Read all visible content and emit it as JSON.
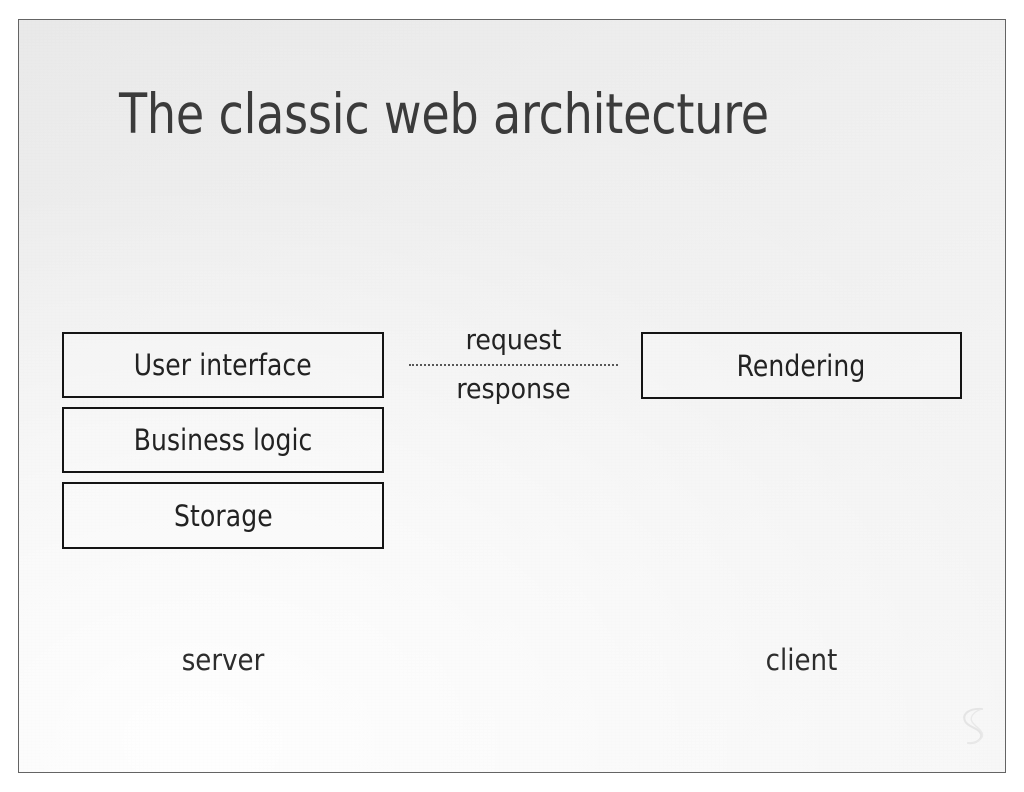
{
  "slide": {
    "title": "The classic web architecture",
    "background_color": "#f0f0f0",
    "border_color": "#646464",
    "text_color": "#2d2d2d",
    "box_border_color": "#141414"
  },
  "diagram": {
    "server_side": {
      "caption": "server",
      "boxes": [
        {
          "label": "User interface"
        },
        {
          "label": "Business logic"
        },
        {
          "label": "Storage"
        }
      ]
    },
    "client_side": {
      "caption": "client",
      "boxes": [
        {
          "label": "Rendering"
        }
      ]
    },
    "channel": {
      "outbound_label": "request",
      "inbound_label": "response",
      "line_style": "dotted",
      "line_color": "#575757"
    }
  },
  "watermark": {
    "icon": "s-curve-logo-icon",
    "color": "#d7d7d7"
  }
}
